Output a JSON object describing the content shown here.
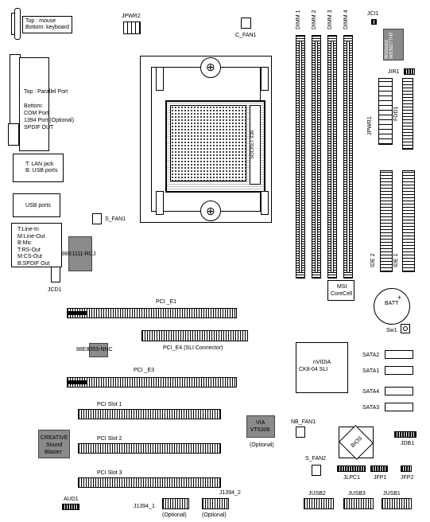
{
  "io": {
    "ps2": [
      "Top : mouse",
      "Bottom: keyboard"
    ],
    "parallel": [
      "Top : Parallel Port",
      "Bottom:",
      "COM Port",
      "1394 Port (Optional)",
      "SPDIF OUT"
    ],
    "lan": [
      "T: LAN jack",
      "B: USB ports"
    ],
    "usb": "USB ports",
    "audio": [
      "T:Line-In",
      "M:Line-Out",
      "B:Mic",
      "T:RS-Out",
      "M:CS-Out",
      "B:SPDIF Out"
    ]
  },
  "headers": {
    "jpwr2": "JPWR2",
    "c_fan1": "C_FAN1",
    "jci1": "JCI1",
    "jir1": "JIR1",
    "jpwr1": "JPWR1",
    "fdd1": "FDD1",
    "s_fan1": "S_FAN1",
    "jcd1": "JCD1",
    "ide2": "IDE 2",
    "ide1": "IDE 1",
    "nb_fan1": "NB_FAN1",
    "s_fan2": "S_FAN2",
    "jdb1": "JDB1",
    "jlpc1": "JLPC1",
    "jfp1": "JFP1",
    "jfp2": "JFP2",
    "aud1": "AUD1",
    "j1394_1": "J1394_1",
    "j1394_2": "J1394_2",
    "optional_1": "(Optional)",
    "optional_2": "(Optional)",
    "jusb2": "JUSB2",
    "jusb3": "JUSB3",
    "jusb1": "JUSB1"
  },
  "dimms": [
    "DIMM 1",
    "DIMM 2",
    "DIMM 3",
    "DIMM 4"
  ],
  "chips": {
    "winbond": "Winbond W83627THF",
    "rcj": "88E1111-RCJ",
    "nnc": "88E8053-NNC",
    "msi": [
      "MSI",
      "CoreCell"
    ],
    "nvidia": [
      "nVIDIA",
      "CK8-04 SLI"
    ],
    "via": [
      "VIA",
      "VT6306",
      "(Optional)"
    ],
    "creative": [
      "CREATIVE",
      "Sound",
      "Blaster"
    ],
    "bios": "BIOS"
  },
  "socket": "SOCKET 939",
  "battery": [
    "BATT",
    "+"
  ],
  "sw1": "Sw1",
  "sata": [
    "SATA2",
    "SATA1",
    "SATA4",
    "SATA3"
  ],
  "slots": {
    "pci_e1": "PCI _E1",
    "pci_e4": "PCI_E4 (SLI Connector)",
    "pci_e3": "PCI _E3",
    "pci1": "PCI Slot 1",
    "pci2": "PCI Slot 2",
    "pci3": "PCI Slot 3"
  }
}
